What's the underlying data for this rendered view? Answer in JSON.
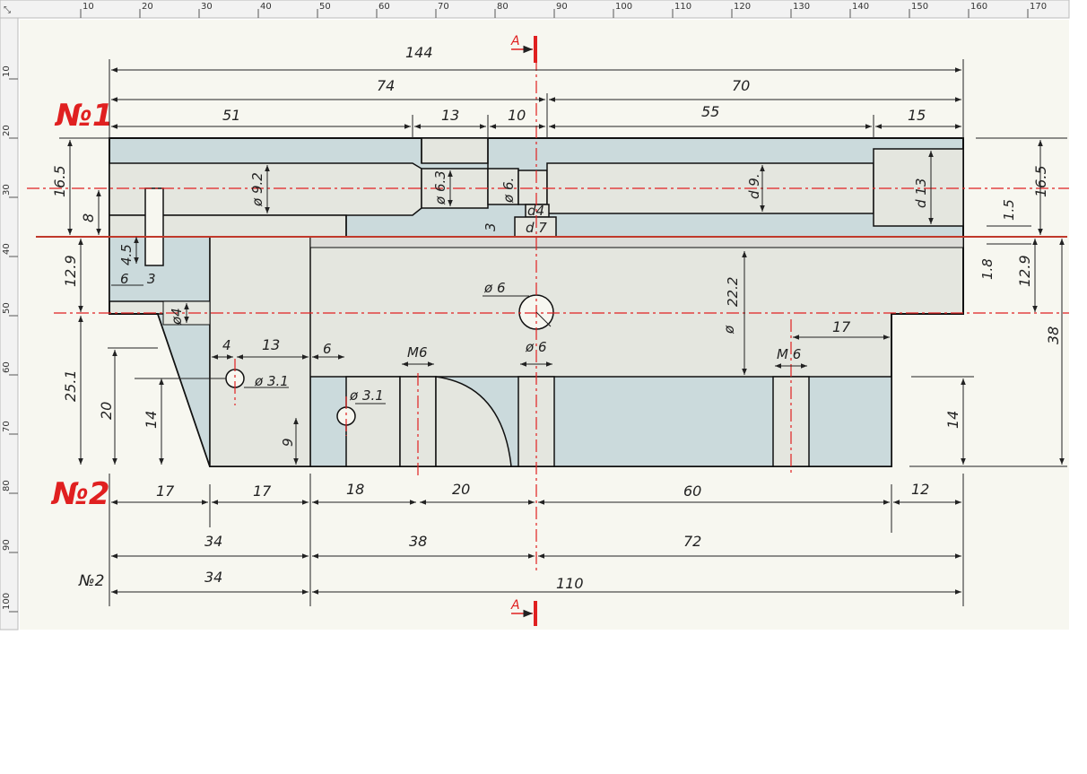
{
  "ruler": {
    "top_ticks": [
      "10",
      "20",
      "30",
      "40",
      "50",
      "60",
      "70",
      "80",
      "90",
      "100",
      "110",
      "120",
      "130",
      "140",
      "150",
      "160",
      "170"
    ],
    "left_ticks": [
      "10",
      "20",
      "30",
      "40",
      "50",
      "60",
      "70",
      "80",
      "90",
      "100"
    ]
  },
  "labels": {
    "part1": "№1",
    "part2": "№2",
    "part2_small": "№2",
    "section_a_top": "A",
    "section_a_bottom": "A"
  },
  "dimensions": {
    "total_144": "144",
    "d74": "74",
    "d70": "70",
    "d51": "51",
    "d13_top": "13",
    "d10": "10",
    "d55": "55",
    "d15": "15",
    "d16_5_left": "16.5",
    "d8": "8",
    "dia_9_2": "ø 9.2",
    "dia_6_3": "ø 6.3",
    "dia_6_top": "ø 6.",
    "d4_small": "d4",
    "d3": "3",
    "d7": "d 7",
    "dia_9": "d 9.",
    "dia_13": "d 13",
    "d16_5_right": "16.5",
    "d1_5": "1.5",
    "d1_8": "1.8",
    "d12_9_left": "12.9",
    "d12_9_right": "12.9",
    "d4_5": "4.5",
    "d6_left": "6",
    "d3_left": "3",
    "dia_4": "ø4",
    "dia_6_mid": "ø 6",
    "dia_22_2": "22.2",
    "dia_sym": "ø",
    "d38": "38",
    "d17_right": "17",
    "d25_1": "25.1",
    "d20_left": "20",
    "d14_left": "14",
    "d4_mid": "4",
    "d13_mid": "13",
    "dia_3_1_a": "ø 3.1",
    "d6_mid": "6",
    "dia_3_1_b": "ø 3.1",
    "d9": "9",
    "m6_left": "M6",
    "dia_6_low": "ø 6",
    "m6_right": "M 6",
    "d14_right": "14",
    "b17_a": "17",
    "b17_b": "17",
    "b18": "18",
    "b20": "20",
    "b60": "60",
    "b12": "12",
    "b34": "34",
    "b38": "38",
    "b72": "72",
    "c34": "34",
    "c110": "110"
  },
  "colors": {
    "fill_light": "#e4e6df",
    "fill_blue": "#cbdadc",
    "center_line": "#e02020",
    "outline": "#111111",
    "paper": "#f7f7f0"
  }
}
